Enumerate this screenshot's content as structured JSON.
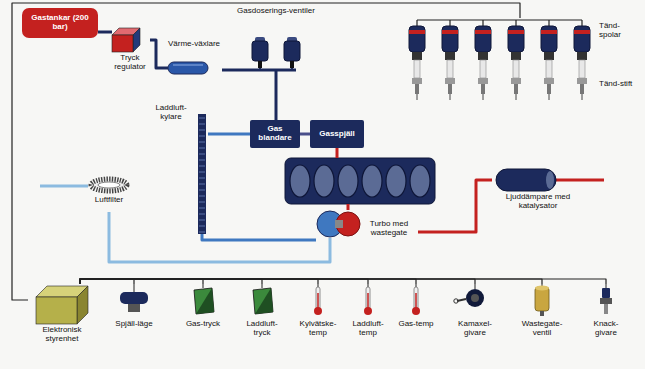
{
  "diagram": {
    "nodes": [
      {
        "text": [
          "Gastankar (200 bar)"
        ]
      },
      {
        "text": [
          "Tryck regulator"
        ]
      },
      {
        "text": [
          "Värme-växlare"
        ]
      },
      {
        "text": [
          "Gasdoserings-ventiler"
        ]
      },
      {
        "text": [
          "Tänd-spolar",
          "Tänd-stift"
        ]
      },
      {
        "text": [
          "Luftfilter"
        ]
      },
      {
        "text": [
          "Laddluft-kylare"
        ]
      },
      {
        "text": [
          "Gas blandare"
        ]
      },
      {
        "text": [
          "Gasspjäll"
        ]
      },
      {
        "text": [
          "Turbo med wastegate"
        ]
      },
      {
        "text": [
          "Ljuddämpare med katalysator"
        ]
      },
      {
        "text": [
          "Elektronisk styrenhet"
        ]
      },
      {
        "text": [
          "Spjäll-läge"
        ]
      },
      {
        "text": [
          "Gas-tryck"
        ]
      },
      {
        "text": [
          "Laddluft-tryck"
        ]
      },
      {
        "text": [
          "Kylvätske-temp"
        ]
      },
      {
        "text": [
          "Laddluft-temp"
        ]
      },
      {
        "text": [
          "Gas-temp"
        ]
      },
      {
        "text": [
          "Kamaxel-givare"
        ]
      },
      {
        "text": [
          "Wastegate-ventil"
        ]
      },
      {
        "text": [
          "Knack-givare"
        ]
      }
    ],
    "edges": [
      {
        "from": 0,
        "to": 1,
        "arrow": "none"
      },
      {
        "from": 1,
        "to": 2,
        "arrow": "none"
      },
      {
        "from": 2,
        "to": 3,
        "arrow": "none"
      },
      {
        "from": 3,
        "to": 7,
        "arrow": "none"
      },
      {
        "from": 5,
        "to": 9,
        "arrow": "none"
      },
      {
        "from": 9,
        "to": 6,
        "arrow": "none"
      },
      {
        "from": 6,
        "to": 7,
        "arrow": "none"
      },
      {
        "from": 7,
        "to": 8,
        "arrow": "none"
      },
      {
        "from": 9,
        "to": 10,
        "arrow": "none"
      },
      {
        "from": 11,
        "to": 4,
        "arrow": "none"
      },
      {
        "from": 11,
        "to": 12,
        "arrow": "none"
      },
      {
        "from": 11,
        "to": 13,
        "arrow": "none"
      },
      {
        "from": 11,
        "to": 14,
        "arrow": "none"
      },
      {
        "from": 11,
        "to": 15,
        "arrow": "none"
      },
      {
        "from": 11,
        "to": 16,
        "arrow": "none"
      },
      {
        "from": 11,
        "to": 17,
        "arrow": "none"
      },
      {
        "from": 11,
        "to": 18,
        "arrow": "none"
      },
      {
        "from": 11,
        "to": 19,
        "arrow": "none"
      },
      {
        "from": 11,
        "to": 20,
        "arrow": "none"
      }
    ]
  }
}
